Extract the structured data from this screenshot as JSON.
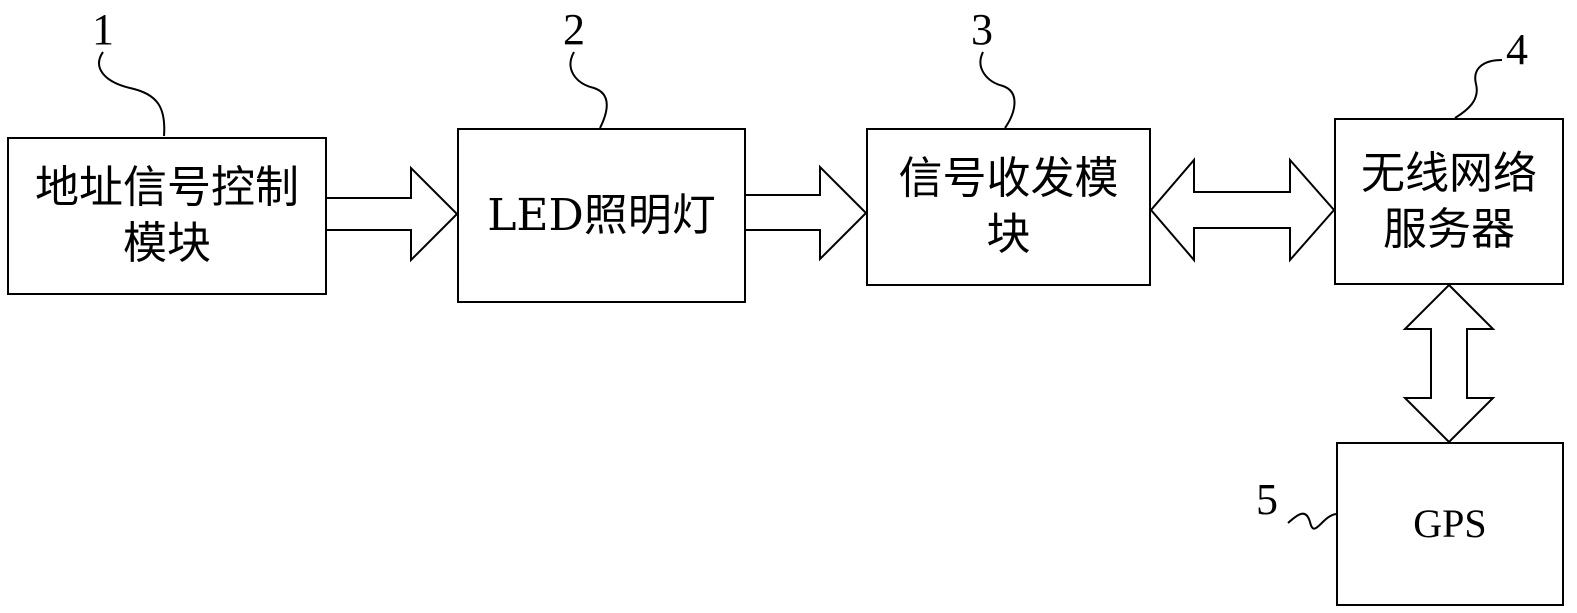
{
  "blocks": {
    "address_control": {
      "number": "1",
      "lines": [
        "地址信号控制",
        "模块"
      ]
    },
    "led_light": {
      "number": "2",
      "lines": [
        "LED照明灯"
      ]
    },
    "transceiver": {
      "number": "3",
      "lines": [
        "信号收发模",
        "块"
      ]
    },
    "wireless_server": {
      "number": "4",
      "lines": [
        "无线网络",
        "服务器"
      ]
    },
    "gps": {
      "number": "5",
      "lines": [
        "GPS"
      ]
    }
  },
  "colors": {
    "stroke": "#000000",
    "fill": "#ffffff"
  }
}
